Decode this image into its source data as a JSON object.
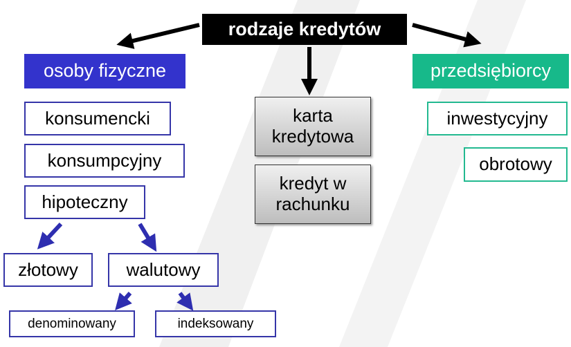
{
  "root": {
    "label": "rodzaje kredytów"
  },
  "categories": {
    "individuals": {
      "label": "osoby fizyczne",
      "color": "#3333cc"
    },
    "entrepreneurs": {
      "label": "przedsiębiorcy",
      "color": "#17b98a"
    }
  },
  "individuals_items": [
    "konsumencki",
    "konsumpcyjny",
    "hipoteczny"
  ],
  "mortgage_children": [
    "złotowy",
    "walutowy"
  ],
  "currency_children": [
    "denominowany",
    "indeksowany"
  ],
  "common_items": [
    "karta kredytowa",
    "kredyt w rachunku"
  ],
  "entrepreneur_items": [
    "inwestycyjny",
    "obrotowy"
  ]
}
